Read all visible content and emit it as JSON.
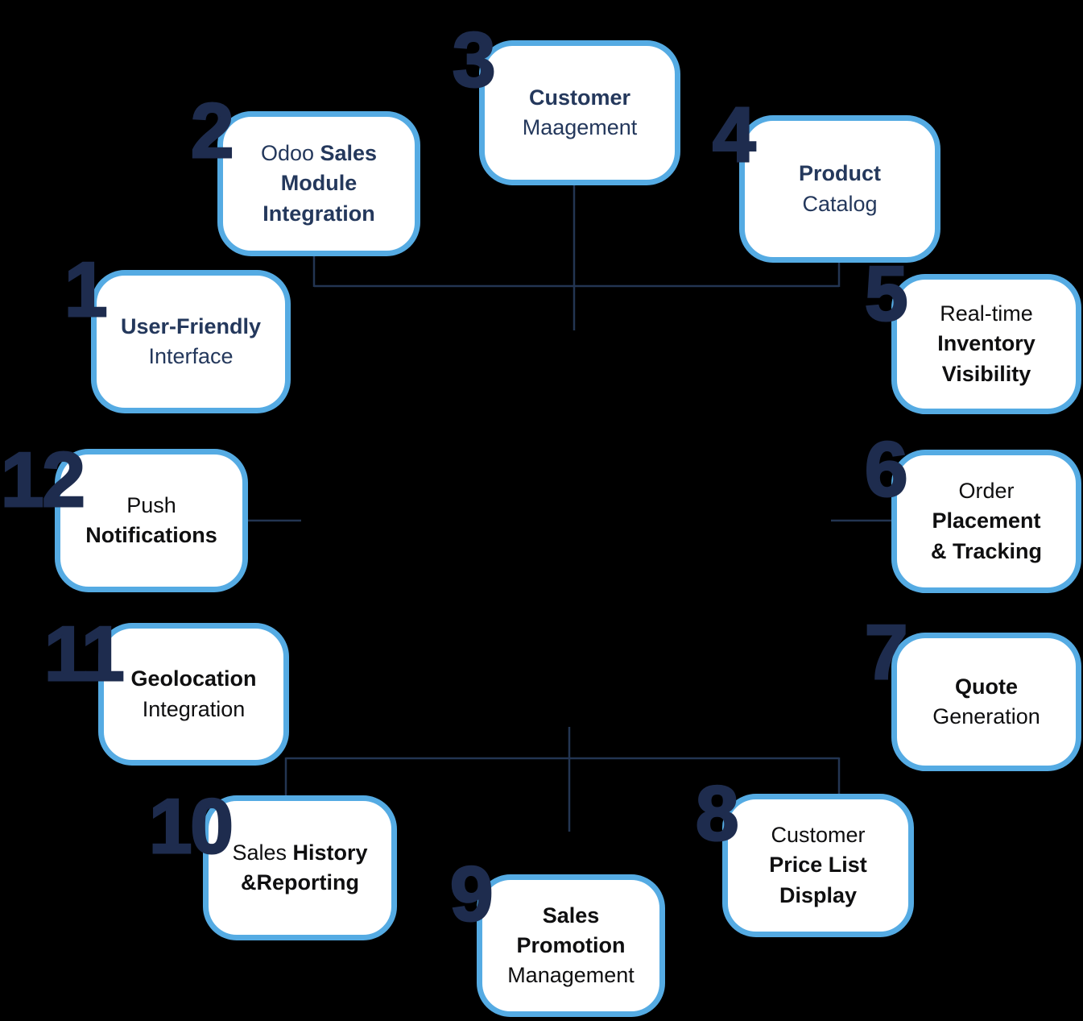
{
  "diagram": {
    "colors": {
      "background": "#000000",
      "box_fill": "#ffffff",
      "box_border_blue": "#55abe3",
      "number_navy": "#1e2c4e",
      "connector_navy": "#233552",
      "text_navy": "#24385c",
      "text_black": "#0f0f10"
    },
    "items": [
      {
        "number": "1",
        "text_color": "#24385c",
        "lines": [
          [
            {
              "t": "User-Friendly",
              "b": true
            }
          ],
          [
            {
              "t": "Interface",
              "b": false
            }
          ]
        ]
      },
      {
        "number": "2",
        "text_color": "#24385c",
        "lines": [
          [
            {
              "t": "Odoo ",
              "b": false
            },
            {
              "t": "Sales",
              "b": true
            }
          ],
          [
            {
              "t": "Module",
              "b": true
            }
          ],
          [
            {
              "t": "Integration",
              "b": true
            }
          ]
        ]
      },
      {
        "number": "3",
        "text_color": "#24385c",
        "lines": [
          [
            {
              "t": "Customer",
              "b": true
            }
          ],
          [
            {
              "t": "Maagement",
              "b": false
            }
          ]
        ]
      },
      {
        "number": "4",
        "text_color": "#24385c",
        "lines": [
          [
            {
              "t": "Product",
              "b": true
            }
          ],
          [
            {
              "t": "Catalog",
              "b": false
            }
          ]
        ]
      },
      {
        "number": "5",
        "text_color": "#0f0f10",
        "lines": [
          [
            {
              "t": "Real-time",
              "b": false
            }
          ],
          [
            {
              "t": "Inventory",
              "b": true
            }
          ],
          [
            {
              "t": "Visibility",
              "b": true
            }
          ]
        ]
      },
      {
        "number": "6",
        "text_color": "#0f0f10",
        "lines": [
          [
            {
              "t": "Order",
              "b": false
            }
          ],
          [
            {
              "t": "Placement",
              "b": true
            }
          ],
          [
            {
              "t": "& Tracking",
              "b": true
            }
          ]
        ]
      },
      {
        "number": "7",
        "text_color": "#0f0f10",
        "lines": [
          [
            {
              "t": "Quote",
              "b": true
            }
          ],
          [
            {
              "t": "Generation",
              "b": false
            }
          ]
        ]
      },
      {
        "number": "8",
        "text_color": "#0f0f10",
        "lines": [
          [
            {
              "t": "Customer",
              "b": false
            }
          ],
          [
            {
              "t": "Price List",
              "b": true
            }
          ],
          [
            {
              "t": "Display",
              "b": true
            }
          ]
        ]
      },
      {
        "number": "9",
        "text_color": "#0f0f10",
        "lines": [
          [
            {
              "t": "Sales",
              "b": true
            }
          ],
          [
            {
              "t": "Promotion",
              "b": true
            }
          ],
          [
            {
              "t": "Management",
              "b": false
            }
          ]
        ]
      },
      {
        "number": "10",
        "text_color": "#0f0f10",
        "lines": [
          [
            {
              "t": "Sales ",
              "b": false
            },
            {
              "t": "History",
              "b": true
            }
          ],
          [
            {
              "t": "&Reporting",
              "b": true
            }
          ]
        ]
      },
      {
        "number": "11",
        "text_color": "#0f0f10",
        "lines": [
          [
            {
              "t": "Geolocation",
              "b": true
            }
          ],
          [
            {
              "t": "Integration",
              "b": false
            }
          ]
        ]
      },
      {
        "number": "12",
        "text_color": "#0f0f10",
        "lines": [
          [
            {
              "t": "Push",
              "b": false
            }
          ],
          [
            {
              "t": "Notifications",
              "b": true
            }
          ]
        ]
      }
    ]
  }
}
